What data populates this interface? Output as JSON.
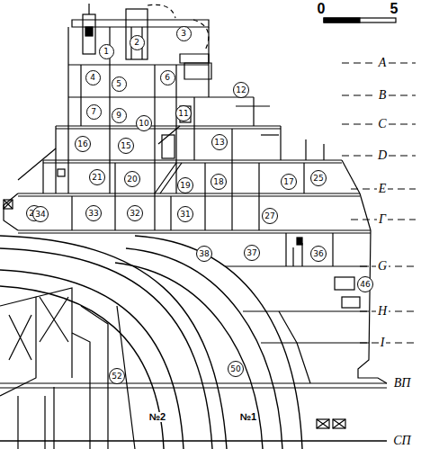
{
  "diagram": {
    "labels": [
      "0",
      "5",
      "A",
      "B",
      "C",
      "D",
      "E",
      "Г",
      "G",
      "H",
      "I",
      "ВП",
      "СП",
      "1",
      "2",
      "3",
      "4",
      "5",
      "6",
      "7",
      "9",
      "10",
      "11",
      "12",
      "13",
      "15",
      "16",
      "17",
      "18",
      "19",
      "20",
      "21",
      "22",
      "25",
      "27",
      "31",
      "32",
      "33",
      "34",
      "36",
      "37",
      "38",
      "46",
      "50",
      "52",
      "№2",
      "№1"
    ]
  }
}
